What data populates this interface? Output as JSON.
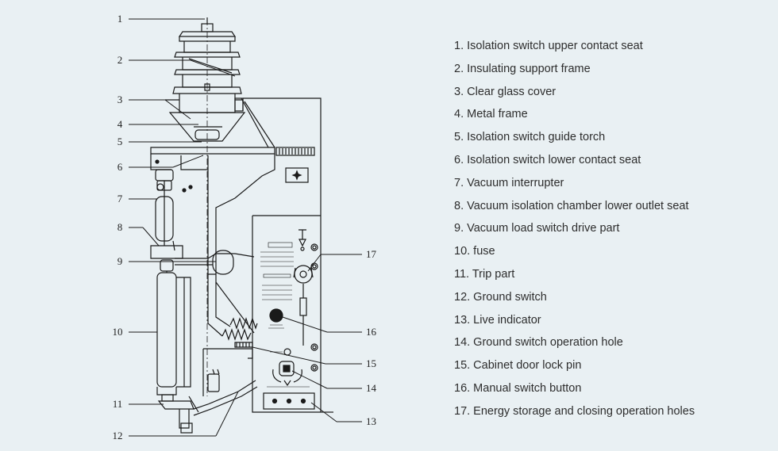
{
  "callouts": [
    "1",
    "2",
    "3",
    "4",
    "5",
    "6",
    "7",
    "8",
    "9",
    "10",
    "11",
    "12",
    "13",
    "14",
    "15",
    "16",
    "17"
  ],
  "legend": [
    "1. Isolation switch upper contact seat",
    "2. Insulating support frame",
    "3. Clear glass cover",
    "4. Metal frame",
    "5. Isolation switch guide torch",
    "6. Isolation switch lower contact seat",
    "7. Vacuum interrupter",
    "8. Vacuum isolation chamber lower outlet seat",
    "9. Vacuum load switch drive part",
    "10. fuse",
    "11. Trip part",
    "12. Ground switch",
    "13. Live indicator",
    "14. Ground switch operation hole",
    "15. Cabinet door lock pin",
    "16. Manual switch button",
    "17. Energy storage and closing operation holes"
  ],
  "colors": {
    "background": "#e9f0f3",
    "line": "#1a1a1a",
    "text": "#2d2d2d"
  }
}
